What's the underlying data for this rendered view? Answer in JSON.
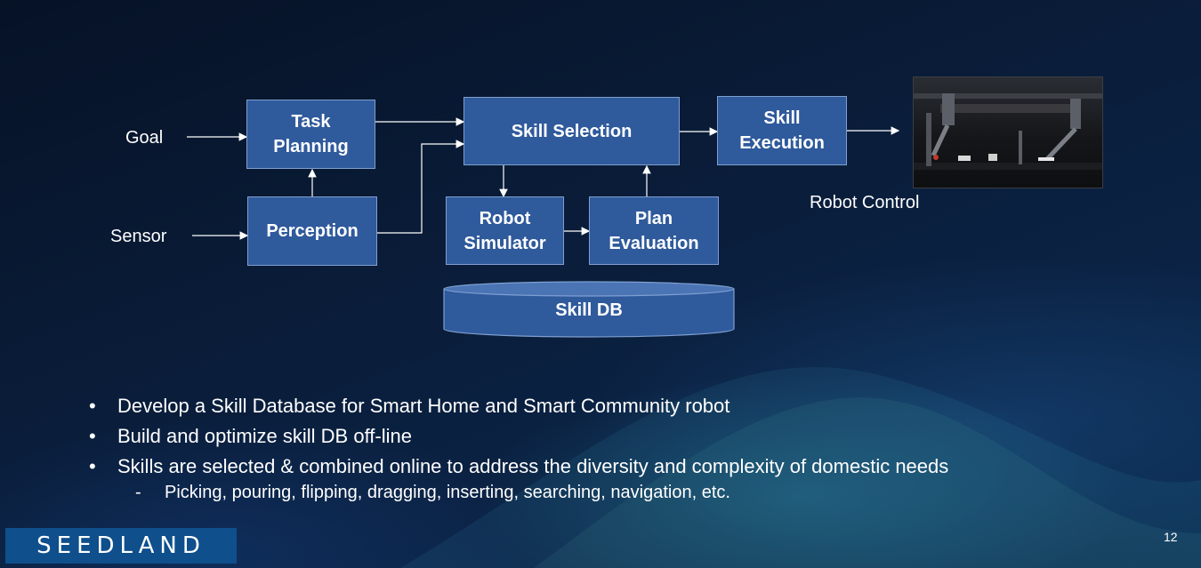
{
  "diagram": {
    "inputs": {
      "goal": "Goal",
      "sensor": "Sensor"
    },
    "nodes": {
      "task_planning": "Task\nPlanning",
      "perception": "Perception",
      "skill_selection": "Skill Selection",
      "skill_execution": "Skill\nExecution",
      "robot_simulator": "Robot\nSimulator",
      "plan_evaluation": "Plan\nEvaluation",
      "skill_db": "Skill DB"
    },
    "robot_control_label": "Robot Control"
  },
  "bullets": [
    "Develop a Skill Database for Smart Home and Smart Community robot",
    "Build and optimize skill DB off-line",
    "Skills are selected & combined online to address the diversity and complexity of domestic needs"
  ],
  "bullet_symbol": "•",
  "sub_bullet": {
    "symbol": "-",
    "text": "Picking, pouring, flipping, dragging, inserting, searching, navigation, etc."
  },
  "footer": {
    "logo": "SEEDLAND",
    "page_number": "12"
  },
  "colors": {
    "box_fill": "#2f5a9c",
    "box_border": "#7f9fd0",
    "arrow": "#ffffff",
    "logo_bg": "#0e4f8c"
  }
}
